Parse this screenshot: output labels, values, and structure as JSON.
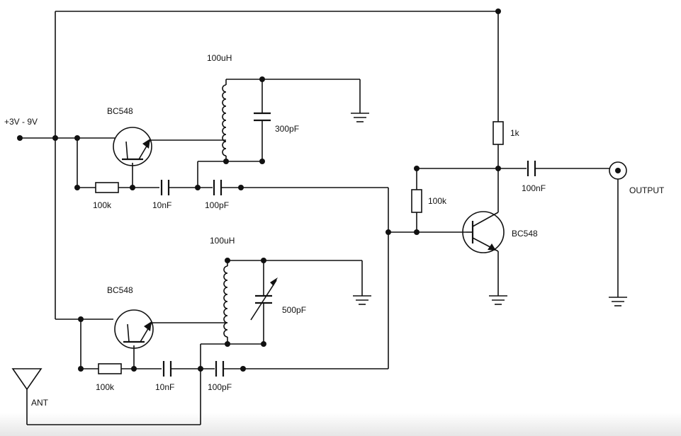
{
  "supply": {
    "label": "+3V - 9V"
  },
  "output": {
    "label": "OUTPUT"
  },
  "antenna": {
    "label": "ANT"
  },
  "oscillator": {
    "inductor": "100uH",
    "transistor": "BC548",
    "capacitor": "300pF",
    "bias_resistor": "100k",
    "coupling_cap": "10nF",
    "feedback_cap": "100pF"
  },
  "tuner": {
    "inductor": "100uH",
    "transistor": "BC548",
    "variable_capacitor": "500pF",
    "bias_resistor": "100k",
    "coupling_cap": "10nF",
    "feedback_cap": "100pF"
  },
  "mixer": {
    "collector_resistor": "1k",
    "bias_resistor": "100k",
    "output_cap": "100nF",
    "transistor": "BC548"
  }
}
